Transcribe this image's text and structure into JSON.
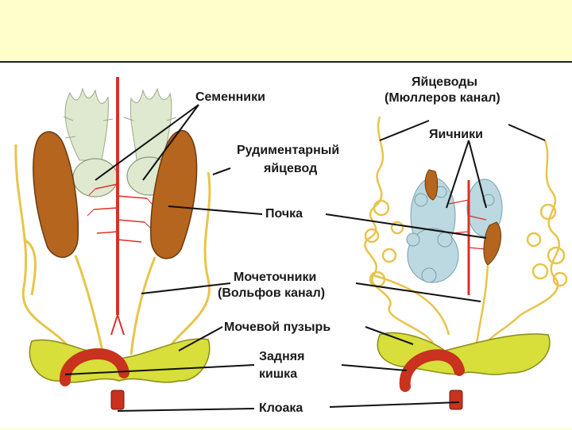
{
  "labels": {
    "testes": "Семенники",
    "rudimentary_oviduct": [
      "Рудиментарный",
      "яйцевод"
    ],
    "kidney": "Почка",
    "ureters": [
      "Мочеточники",
      "(Вольфов канал)"
    ],
    "bladder": "Мочевой пузырь",
    "hindgut": [
      "Задняя",
      "кишка"
    ],
    "cloaca": "Клоака",
    "oviducts": [
      "Яйцеводы",
      "(Мюллеров канал)"
    ],
    "ovaries": "Яичники"
  },
  "colors": {
    "slide_background": "#ffffcc",
    "kidney": "#b5651d",
    "testis": "#dfe9cf",
    "vessel": "#d9302a",
    "duct": "#e8c44a",
    "bladder": "#d8de3a",
    "gut": "#c8321e",
    "ovary": "#bcd8e0"
  }
}
